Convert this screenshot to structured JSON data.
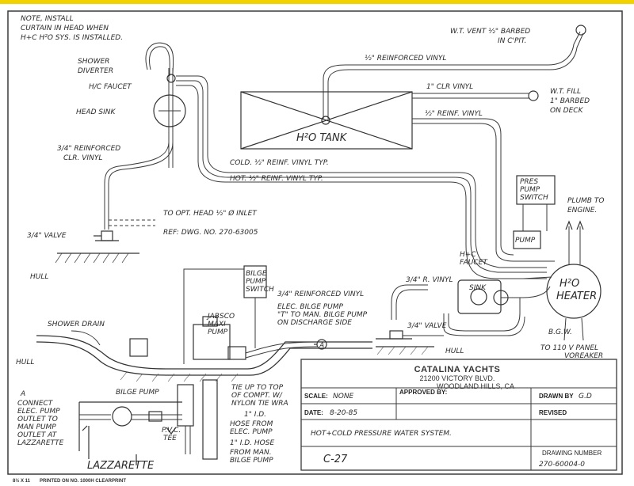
{
  "notes": {
    "install": [
      "NOTE, INSTALL",
      "CURTAIN IN HEAD WHEN",
      "H+C H²O SYS. IS INSTALLED."
    ],
    "vent": [
      "W.T. VENT ½\" BARBED",
      "IN C'PIT."
    ],
    "reinforced_vinyl_top": "½\" REINFORCED VINYL",
    "shower_diverter": [
      "SHOWER",
      "DIVERTER"
    ],
    "hc_faucet": "H/C FAUCET",
    "clr_vinyl": "1\" CLR VINYL",
    "wt_fill": [
      "W.T. FILL",
      "1\" BARBED",
      "ON DECK"
    ],
    "reinf_vinyl": "½\" REINF. VINYL",
    "head_sink": "HEAD SINK",
    "clr_vinyl_34": [
      "3/4\" REINFORCED",
      "CLR. VINYL"
    ],
    "tank": "H²O TANK",
    "cold": "COLD.  ½\" REINF. VINYL  TYP.",
    "hot": "HOT.  ½\" REINF. VINYL  TYP.",
    "press_switch": [
      "PRES",
      "PUMP",
      "SWITCH"
    ],
    "plumb_engine": [
      "PLUMB TO",
      "ENGINE."
    ],
    "opt_head": "TO OPT. HEAD ½\" Ø INLET",
    "ref_dwg": "REF: DWG. NO. 270-63005",
    "valve_34": "3/4\" VALVE",
    "pump": "PUMP",
    "hull": "HULL",
    "hc_faucet2": [
      "H+C",
      "FAUCET"
    ],
    "bilge_switch": [
      "BILGE",
      "PUMP",
      "SWITCH"
    ],
    "reinforced_vinyl_34": "3/4\" REINFORCED VINYL",
    "rvinyl_34": "3/4\" R. VINYL",
    "sink": "SINK",
    "heater": [
      "H²O",
      "HEATER"
    ],
    "elec_bilge": [
      "ELEC. BILGE PUMP",
      "\"T\" TO MAN. BILGE PUMP",
      "ON DISCHARGE SIDE"
    ],
    "shower_drain": "SHOWER DRAIN",
    "jabsco": [
      "JABSCO",
      "MAXI",
      "PUMP"
    ],
    "marker_a": "A",
    "valve_34b": "3/4\" VALVE",
    "bgw": [
      "B.G.W.",
      "TO 110 V PANEL",
      "VOREAKER"
    ],
    "bilge_pump": "BILGE PUMP",
    "tie_up": [
      "TIE UP TO TOP",
      "OF COMPT. W/",
      "NYLON TIE WRA"
    ],
    "connect": [
      "CONNECT",
      "ELEC. PUMP",
      "OUTLET TO",
      "MAN PUMP",
      "OUTLET AT",
      "LAZZARETTE"
    ],
    "pvc_tee": [
      "P.V.C.",
      "TEE"
    ],
    "hose_elec": [
      "1\" I.D.",
      "HOSE FROM",
      "ELEC. PUMP"
    ],
    "hose_man": [
      "1\" I.D. HOSE",
      "FROM MAN.",
      "BILGE PUMP"
    ],
    "lazzarette": "LAZZARETTE"
  },
  "title_block": {
    "company": "CATALINA YACHTS",
    "address1": "21200 VICTORY BLVD.",
    "address2": "WOODLAND HILLS, CA",
    "scale_label": "SCALE:",
    "scale_value": "NONE",
    "approved_label": "APPROVED BY:",
    "drawn_label": "DRAWN BY",
    "drawn_value": "G.D",
    "date_label": "DATE:",
    "date_value": "8-20-85",
    "revised_label": "REVISED",
    "title_value": "HOT+COLD PRESSURE WATER SYSTEM.",
    "sheet_value": "C-27",
    "drawing_number_label": "DRAWING NUMBER",
    "drawing_number_value": "270-60004-0"
  },
  "footer": {
    "paper": "8½ X 11",
    "printed": "PRINTED ON NO. 1000H CLEARPRINT"
  },
  "colors": {
    "top_bar": "#f2d200",
    "border": "#3a3a3a",
    "ink": "#2a2a2a"
  }
}
